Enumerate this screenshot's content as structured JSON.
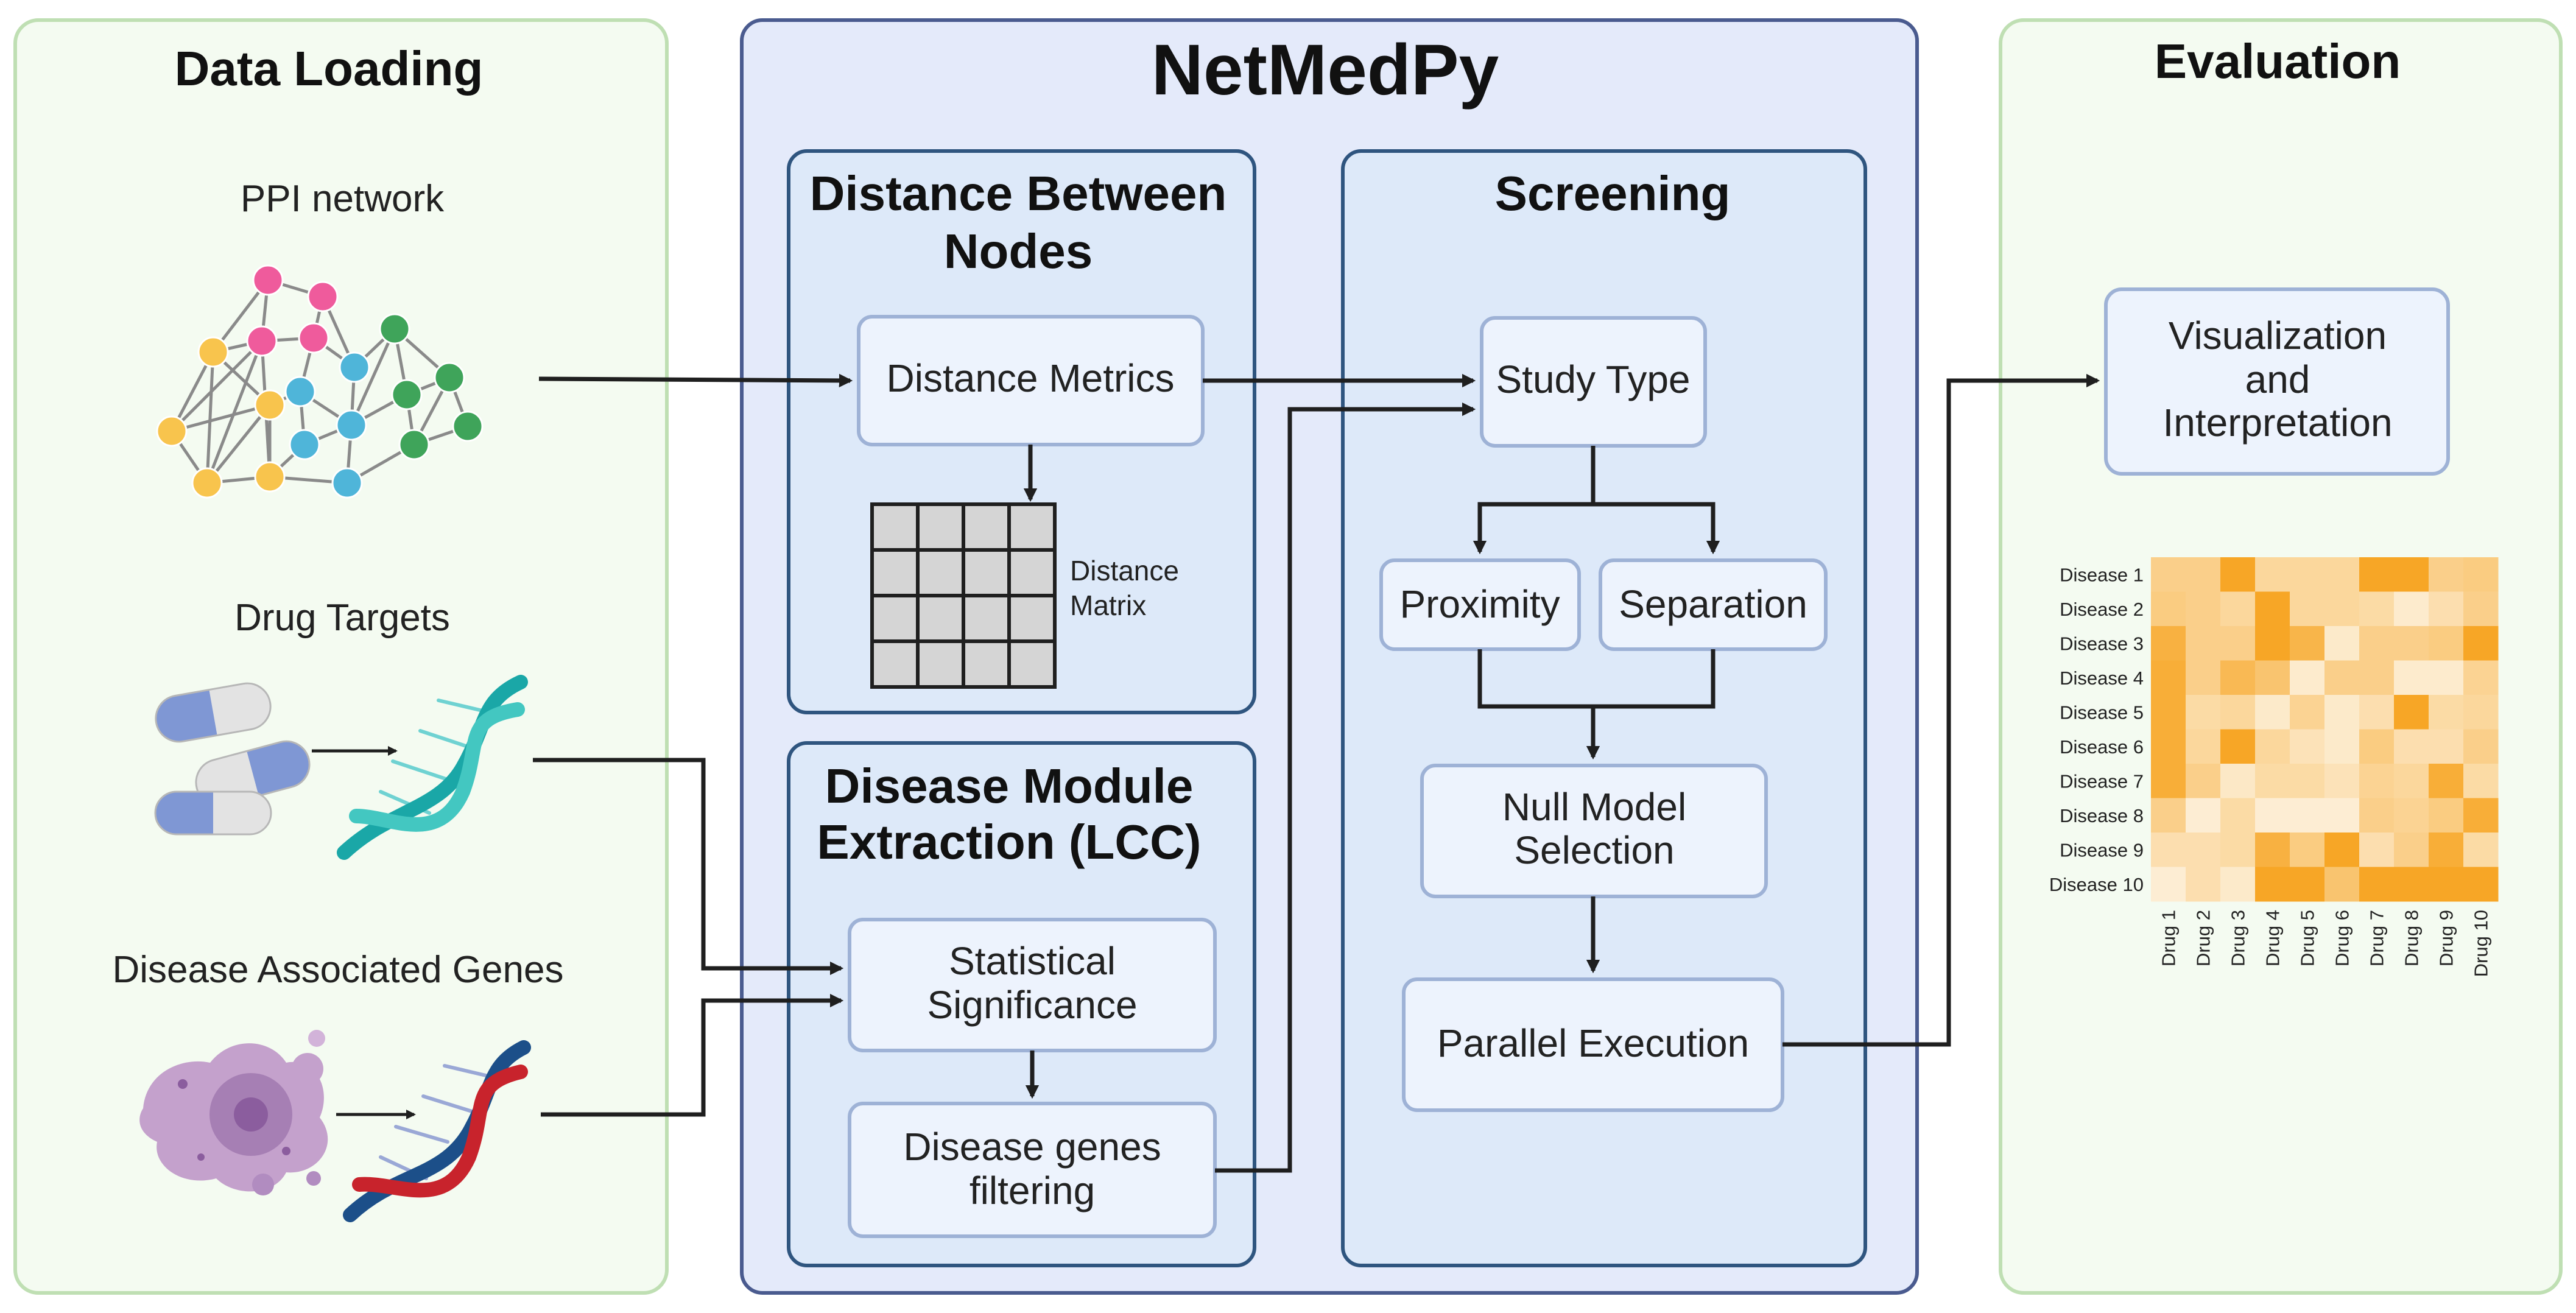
{
  "title": "NetMedPy",
  "data_loading": {
    "heading": "Data Loading",
    "ppi_label": "PPI network",
    "drug_label": "Drug Targets",
    "genes_label": "Disease Associated Genes"
  },
  "distance": {
    "heading_line1": "Distance Between",
    "heading_line2": "Nodes",
    "metrics": "Distance Metrics",
    "matrix_line1": "Distance",
    "matrix_line2": "Matrix"
  },
  "module": {
    "heading_line1": "Disease Module",
    "heading_line2": "Extraction (LCC)",
    "stat_line1": "Statistical",
    "stat_line2": "Significance",
    "filter_line1": "Disease genes",
    "filter_line2": "filtering"
  },
  "screening": {
    "heading": "Screening",
    "study_type": "Study Type",
    "proximity": "Proximity",
    "separation": "Separation",
    "null_line1": "Null Model",
    "null_line2": "Selection",
    "parallel": "Parallel Execution"
  },
  "evaluation": {
    "heading": "Evaluation",
    "vis_line1": "Visualization",
    "vis_line2": "and",
    "vis_line3": "Interpretation"
  },
  "colors": {
    "panel_green": "#f4fbf1",
    "panel_green_border": "#bfdfb3",
    "netmedpy_bg": "#e4eafa",
    "netmedpy_border": "#4a5b8f",
    "sub_bg": "#dde9f9",
    "sub_border": "#2f557f",
    "box_bg": "#edf3fd",
    "box_border": "#9eb2d6",
    "arrow": "#1f1f1f",
    "heat_low": "#fdf1dc",
    "heat_high": "#f7a626"
  },
  "heatmap": {
    "rows": [
      "Disease 1",
      "Disease 2",
      "Disease 3",
      "Disease 4",
      "Disease 5",
      "Disease 6",
      "Disease 7",
      "Disease 8",
      "Disease 9",
      "Disease 10"
    ],
    "cols": [
      "Drug 1",
      "Drug 2",
      "Drug 3",
      "Drug 4",
      "Drug 5",
      "Drug 6",
      "Drug 7",
      "Drug 8",
      "Drug 9",
      "Drug 10"
    ],
    "values": [
      [
        0.45,
        0.45,
        1.0,
        0.35,
        0.35,
        0.35,
        1.0,
        1.0,
        0.45,
        0.5
      ],
      [
        0.5,
        0.45,
        0.35,
        1.0,
        0.35,
        0.35,
        0.3,
        0.08,
        0.25,
        0.45
      ],
      [
        0.85,
        0.45,
        0.45,
        1.0,
        0.8,
        0.1,
        0.45,
        0.45,
        0.5,
        1.0
      ],
      [
        0.9,
        0.45,
        0.75,
        0.6,
        0.08,
        0.45,
        0.45,
        0.08,
        0.08,
        0.4
      ],
      [
        0.9,
        0.3,
        0.35,
        0.1,
        0.4,
        0.1,
        0.25,
        1.0,
        0.3,
        0.35
      ],
      [
        0.9,
        0.35,
        1.0,
        0.35,
        0.2,
        0.1,
        0.5,
        0.25,
        0.25,
        0.45
      ],
      [
        0.9,
        0.45,
        0.12,
        0.3,
        0.3,
        0.2,
        0.4,
        0.35,
        0.9,
        0.3
      ],
      [
        0.45,
        0.05,
        0.3,
        0.05,
        0.05,
        0.05,
        0.45,
        0.4,
        0.5,
        0.9
      ],
      [
        0.25,
        0.25,
        0.3,
        0.85,
        0.5,
        1.0,
        0.25,
        0.45,
        0.9,
        0.3
      ],
      [
        0.05,
        0.25,
        0.1,
        1.0,
        1.0,
        0.6,
        1.0,
        1.0,
        1.0,
        1.0
      ]
    ]
  }
}
